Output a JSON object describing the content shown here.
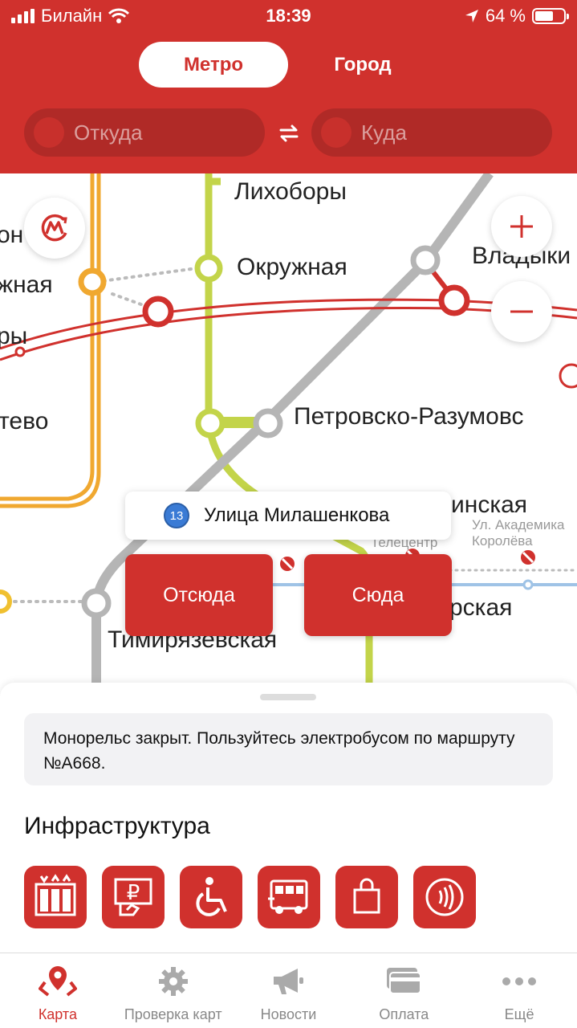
{
  "status_bar": {
    "carrier": "Билайн",
    "time": "18:39",
    "battery": "64 %"
  },
  "header": {
    "segments": [
      {
        "label": "Метро",
        "active": true
      },
      {
        "label": "Город",
        "active": false
      }
    ],
    "from_placeholder": "Откуда",
    "to_placeholder": "Куда"
  },
  "map": {
    "stations": {
      "likhobory": "Лихоборы",
      "okruzhnaya": "Окружная",
      "vladykino": "Владыки",
      "petrovsko": "Петровско-Разумовс",
      "timiryazevskaya": "Тимирязевская",
      "partial_left_1": "он",
      "partial_left_2": "жная",
      "partial_left_3": "ры",
      "partial_left_4": "тево",
      "partial_inskaya": "инская",
      "partial_rskaya": "рская",
      "akademika": "Ул. Академика",
      "koroleva": "Королёва",
      "telecentr": "Телецентр"
    },
    "popup": {
      "line_number": "13",
      "station_name": "Улица Милашенкова"
    },
    "from_here": "Отсюда",
    "to_here": "Сюда",
    "colors": {
      "accent": "#d0312d",
      "grey_line": "#b5b5b5",
      "yellow_green_line": "#c3d44a",
      "orange_line": "#f0a830",
      "monorail": "#3a7bd5"
    }
  },
  "sheet": {
    "notice": "Монорельс закрыт. Пользуйтесь электробусом по маршруту №А668.",
    "infra_title": "Инфраструктура",
    "infra_icons": [
      "escalator-icon",
      "ticket-machine-icon",
      "wheelchair-icon",
      "bus-icon",
      "shopping-bag-icon",
      "contactless-icon"
    ]
  },
  "tabs": [
    {
      "label": "Карта",
      "icon": "map-pin-icon",
      "active": true
    },
    {
      "label": "Проверка карт",
      "icon": "gear-icon",
      "active": false
    },
    {
      "label": "Новости",
      "icon": "megaphone-icon",
      "active": false
    },
    {
      "label": "Оплата",
      "icon": "card-icon",
      "active": false
    },
    {
      "label": "Ещё",
      "icon": "more-icon",
      "active": false
    }
  ]
}
